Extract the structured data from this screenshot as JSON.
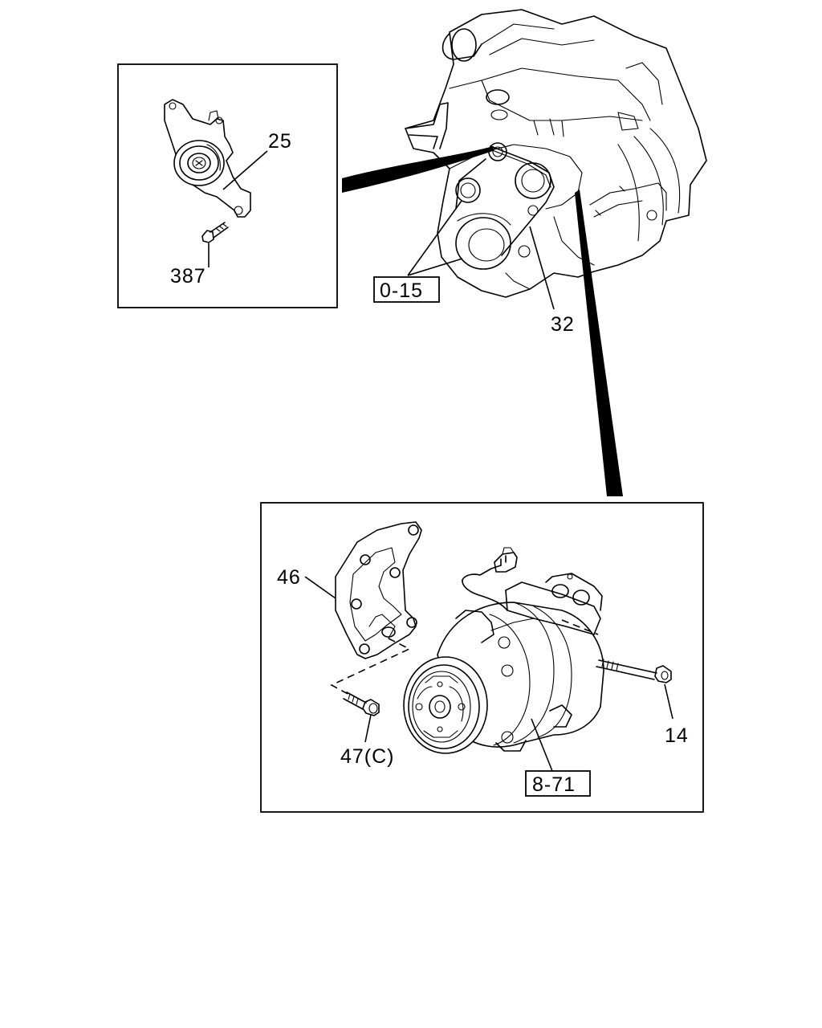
{
  "diagram": {
    "callouts": {
      "idler_pulley": "25",
      "idler_bolt": "387",
      "engine_ref": "0-15",
      "drive_belt": "32",
      "bracket": "46",
      "bracket_bolt": "47(C)",
      "compressor_ref": "8-71",
      "compressor_bolt": "14"
    }
  }
}
